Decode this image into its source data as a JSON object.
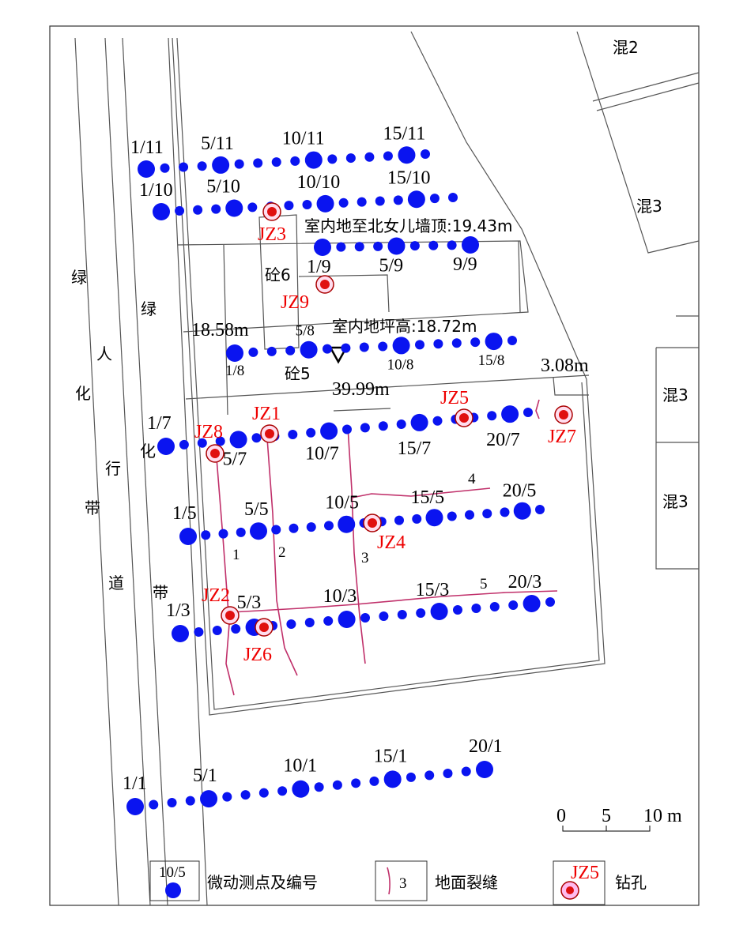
{
  "colors": {
    "point": "#0a14f0",
    "borehole": "#e01010",
    "crack": "#c0306a"
  },
  "rows": [
    {
      "id": "11",
      "labels": [
        "1/11",
        "5/11",
        "10/11",
        "15/11"
      ]
    },
    {
      "id": "10",
      "labels": [
        "1/10",
        "5/10",
        "10/10",
        "15/10"
      ]
    },
    {
      "id": "9",
      "labels": [
        "1/9",
        "5/9",
        "9/9"
      ]
    },
    {
      "id": "8",
      "labels": [
        "1/8",
        "5/8",
        "10/8",
        "15/8"
      ]
    },
    {
      "id": "7",
      "labels": [
        "1/7",
        "5/7",
        "10/7",
        "15/7",
        "20/7"
      ]
    },
    {
      "id": "5",
      "labels": [
        "1/5",
        "5/5",
        "10/5",
        "15/5",
        "20/5"
      ]
    },
    {
      "id": "3",
      "labels": [
        "1/3",
        "5/3",
        "10/3",
        "15/3",
        "20/3"
      ]
    },
    {
      "id": "1",
      "labels": [
        "1/1",
        "5/1",
        "10/1",
        "15/1",
        "20/1"
      ]
    }
  ],
  "boreholes": [
    "JZ1",
    "JZ2",
    "JZ3",
    "JZ4",
    "JZ5",
    "JZ6",
    "JZ7",
    "JZ8",
    "JZ9"
  ],
  "cracks": [
    "1",
    "2",
    "3",
    "4",
    "5"
  ],
  "annotations": {
    "parapet": "室内地至北女儿墙顶:19.43m",
    "floor": "室内地坪高:18.72m",
    "h1858": "18.58m",
    "w3999": "39.99m",
    "w308": "3.08m",
    "c6": "砼6",
    "c5": "砼5",
    "h2": "混2",
    "h3a": "混3",
    "h3b": "混3",
    "h3c": "混3"
  },
  "greenbelt": {
    "left": [
      "绿",
      "化",
      "带"
    ],
    "right": [
      "绿",
      "化",
      "带"
    ],
    "walk": [
      "人",
      "行",
      "道"
    ]
  },
  "scale": {
    "ticks": [
      "0",
      "5",
      "10 m"
    ]
  },
  "legend": {
    "point_sample": "10/5",
    "point_label": "微动测点及编号",
    "crack_sample": "3",
    "crack_label": "地面裂缝",
    "bore_sample": "JZ5",
    "bore_label": "钻孔"
  }
}
